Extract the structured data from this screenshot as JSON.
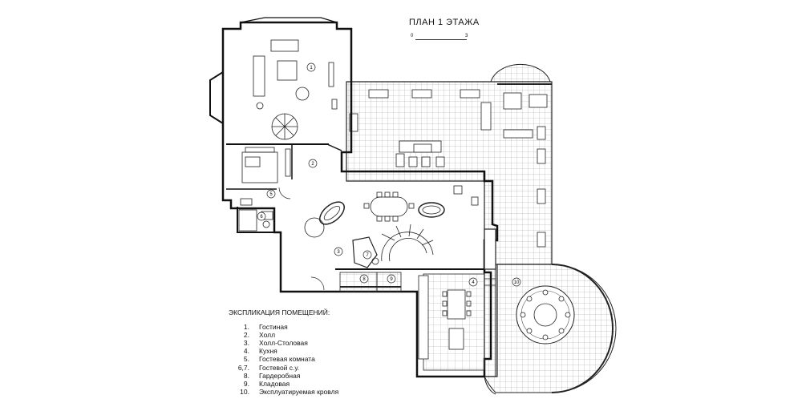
{
  "title": "ПЛАН 1 ЭТАЖА",
  "scale": {
    "start": "0",
    "end": "3"
  },
  "legend": {
    "title": "ЭКСПЛИКАЦИЯ ПОМЕЩЕНИЙ:",
    "items": [
      {
        "num": "1.",
        "name": "Гостиная"
      },
      {
        "num": "2.",
        "name": "Холл"
      },
      {
        "num": "3.",
        "name": "Холл-Столовая"
      },
      {
        "num": "4.",
        "name": "Кухня"
      },
      {
        "num": "5.",
        "name": "Гостевая комната"
      },
      {
        "num": "6,7.",
        "name": "Гостевой с.у."
      },
      {
        "num": "8.",
        "name": "Гардеробная"
      },
      {
        "num": "9.",
        "name": "Кладовая"
      },
      {
        "num": "10.",
        "name": "Эксплуатируемая кровля"
      }
    ]
  },
  "room_markers": [
    "1",
    "2",
    "3",
    "4",
    "5",
    "6",
    "7",
    "8",
    "9",
    "10"
  ]
}
